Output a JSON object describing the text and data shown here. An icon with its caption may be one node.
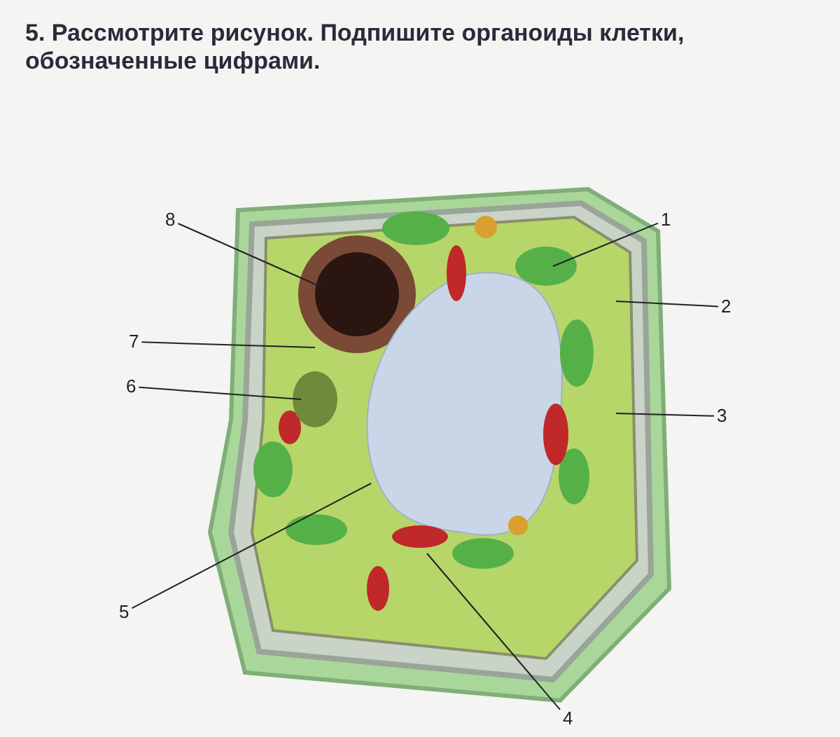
{
  "diagram": {
    "title": "5. Рассмотрите рисунок. Подпишите органоиды клетки, обозначенные цифрами.",
    "nodes": [
      {
        "text": [
          "1"
        ]
      },
      {
        "text": [
          "2"
        ]
      },
      {
        "text": [
          "3"
        ]
      },
      {
        "text": [
          "4"
        ]
      },
      {
        "text": [
          "5"
        ]
      },
      {
        "text": [
          "6"
        ]
      },
      {
        "text": [
          "7"
        ]
      },
      {
        "text": [
          "8"
        ]
      }
    ],
    "edges": [
      {
        "from": 0,
        "to": null,
        "arrow": "none"
      },
      {
        "from": 1,
        "to": null,
        "arrow": "none"
      },
      {
        "from": 2,
        "to": null,
        "arrow": "none"
      },
      {
        "from": 3,
        "to": null,
        "arrow": "none"
      },
      {
        "from": 4,
        "to": null,
        "arrow": "none"
      },
      {
        "from": 5,
        "to": null,
        "arrow": "none"
      },
      {
        "from": 6,
        "to": null,
        "arrow": "none"
      },
      {
        "from": 7,
        "to": null,
        "arrow": "none"
      }
    ]
  }
}
